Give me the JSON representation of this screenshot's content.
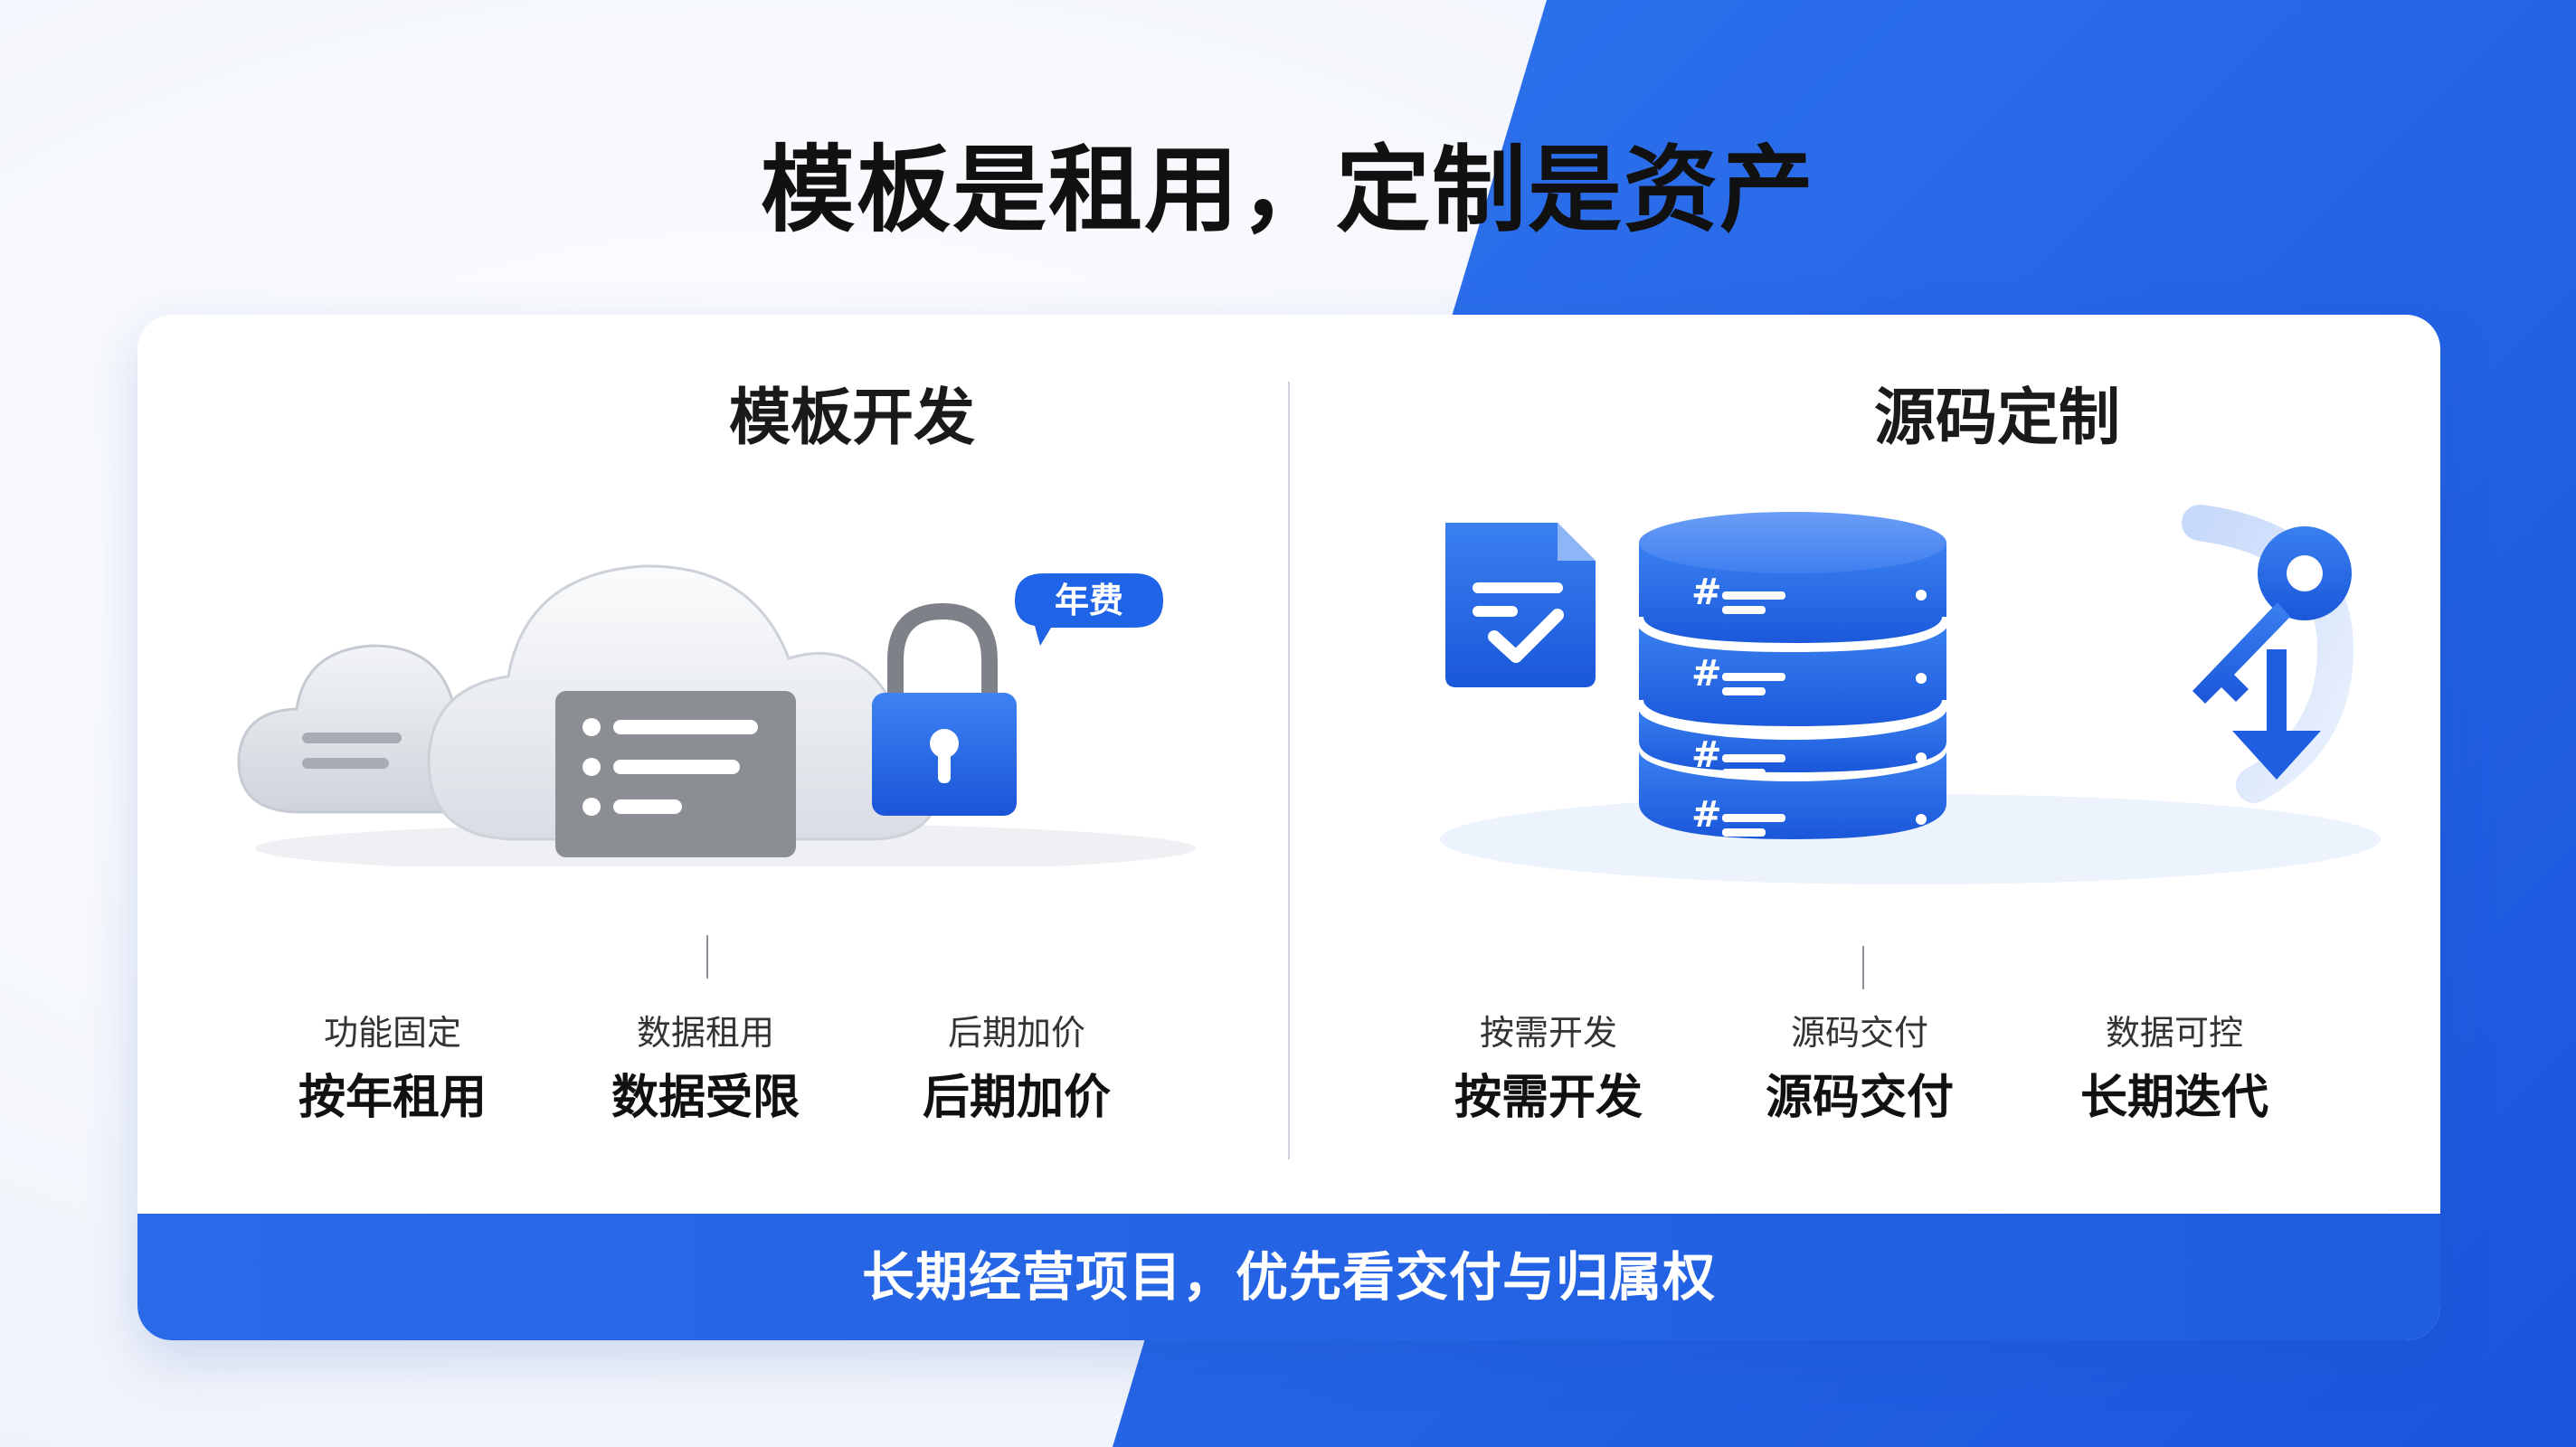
{
  "title": "模板是租用，定制是资产",
  "left": {
    "heading": "模板开发",
    "badge": "年费",
    "items": [
      {
        "small": "功能固定",
        "big": "按年租用"
      },
      {
        "small": "数据租用",
        "big": "数据受限"
      },
      {
        "small": "后期加价",
        "big": "后期加价"
      }
    ]
  },
  "right": {
    "heading": "源码定制",
    "items": [
      {
        "small": "按需开发",
        "big": "按需开发"
      },
      {
        "small": "源码交付",
        "big": "源码交付"
      },
      {
        "small": "数据可控",
        "big": "长期迭代"
      }
    ]
  },
  "footer": "长期经营项目，优先看交付与归属权",
  "colors": {
    "accent": "#1f63e6",
    "cloud": "#e3e6ec",
    "window": "#8e9196",
    "title": "#111111"
  },
  "icons": [
    "cloud-icon",
    "lock-icon",
    "document-check-icon",
    "database-icon",
    "key-icon",
    "arrow-down-icon"
  ]
}
